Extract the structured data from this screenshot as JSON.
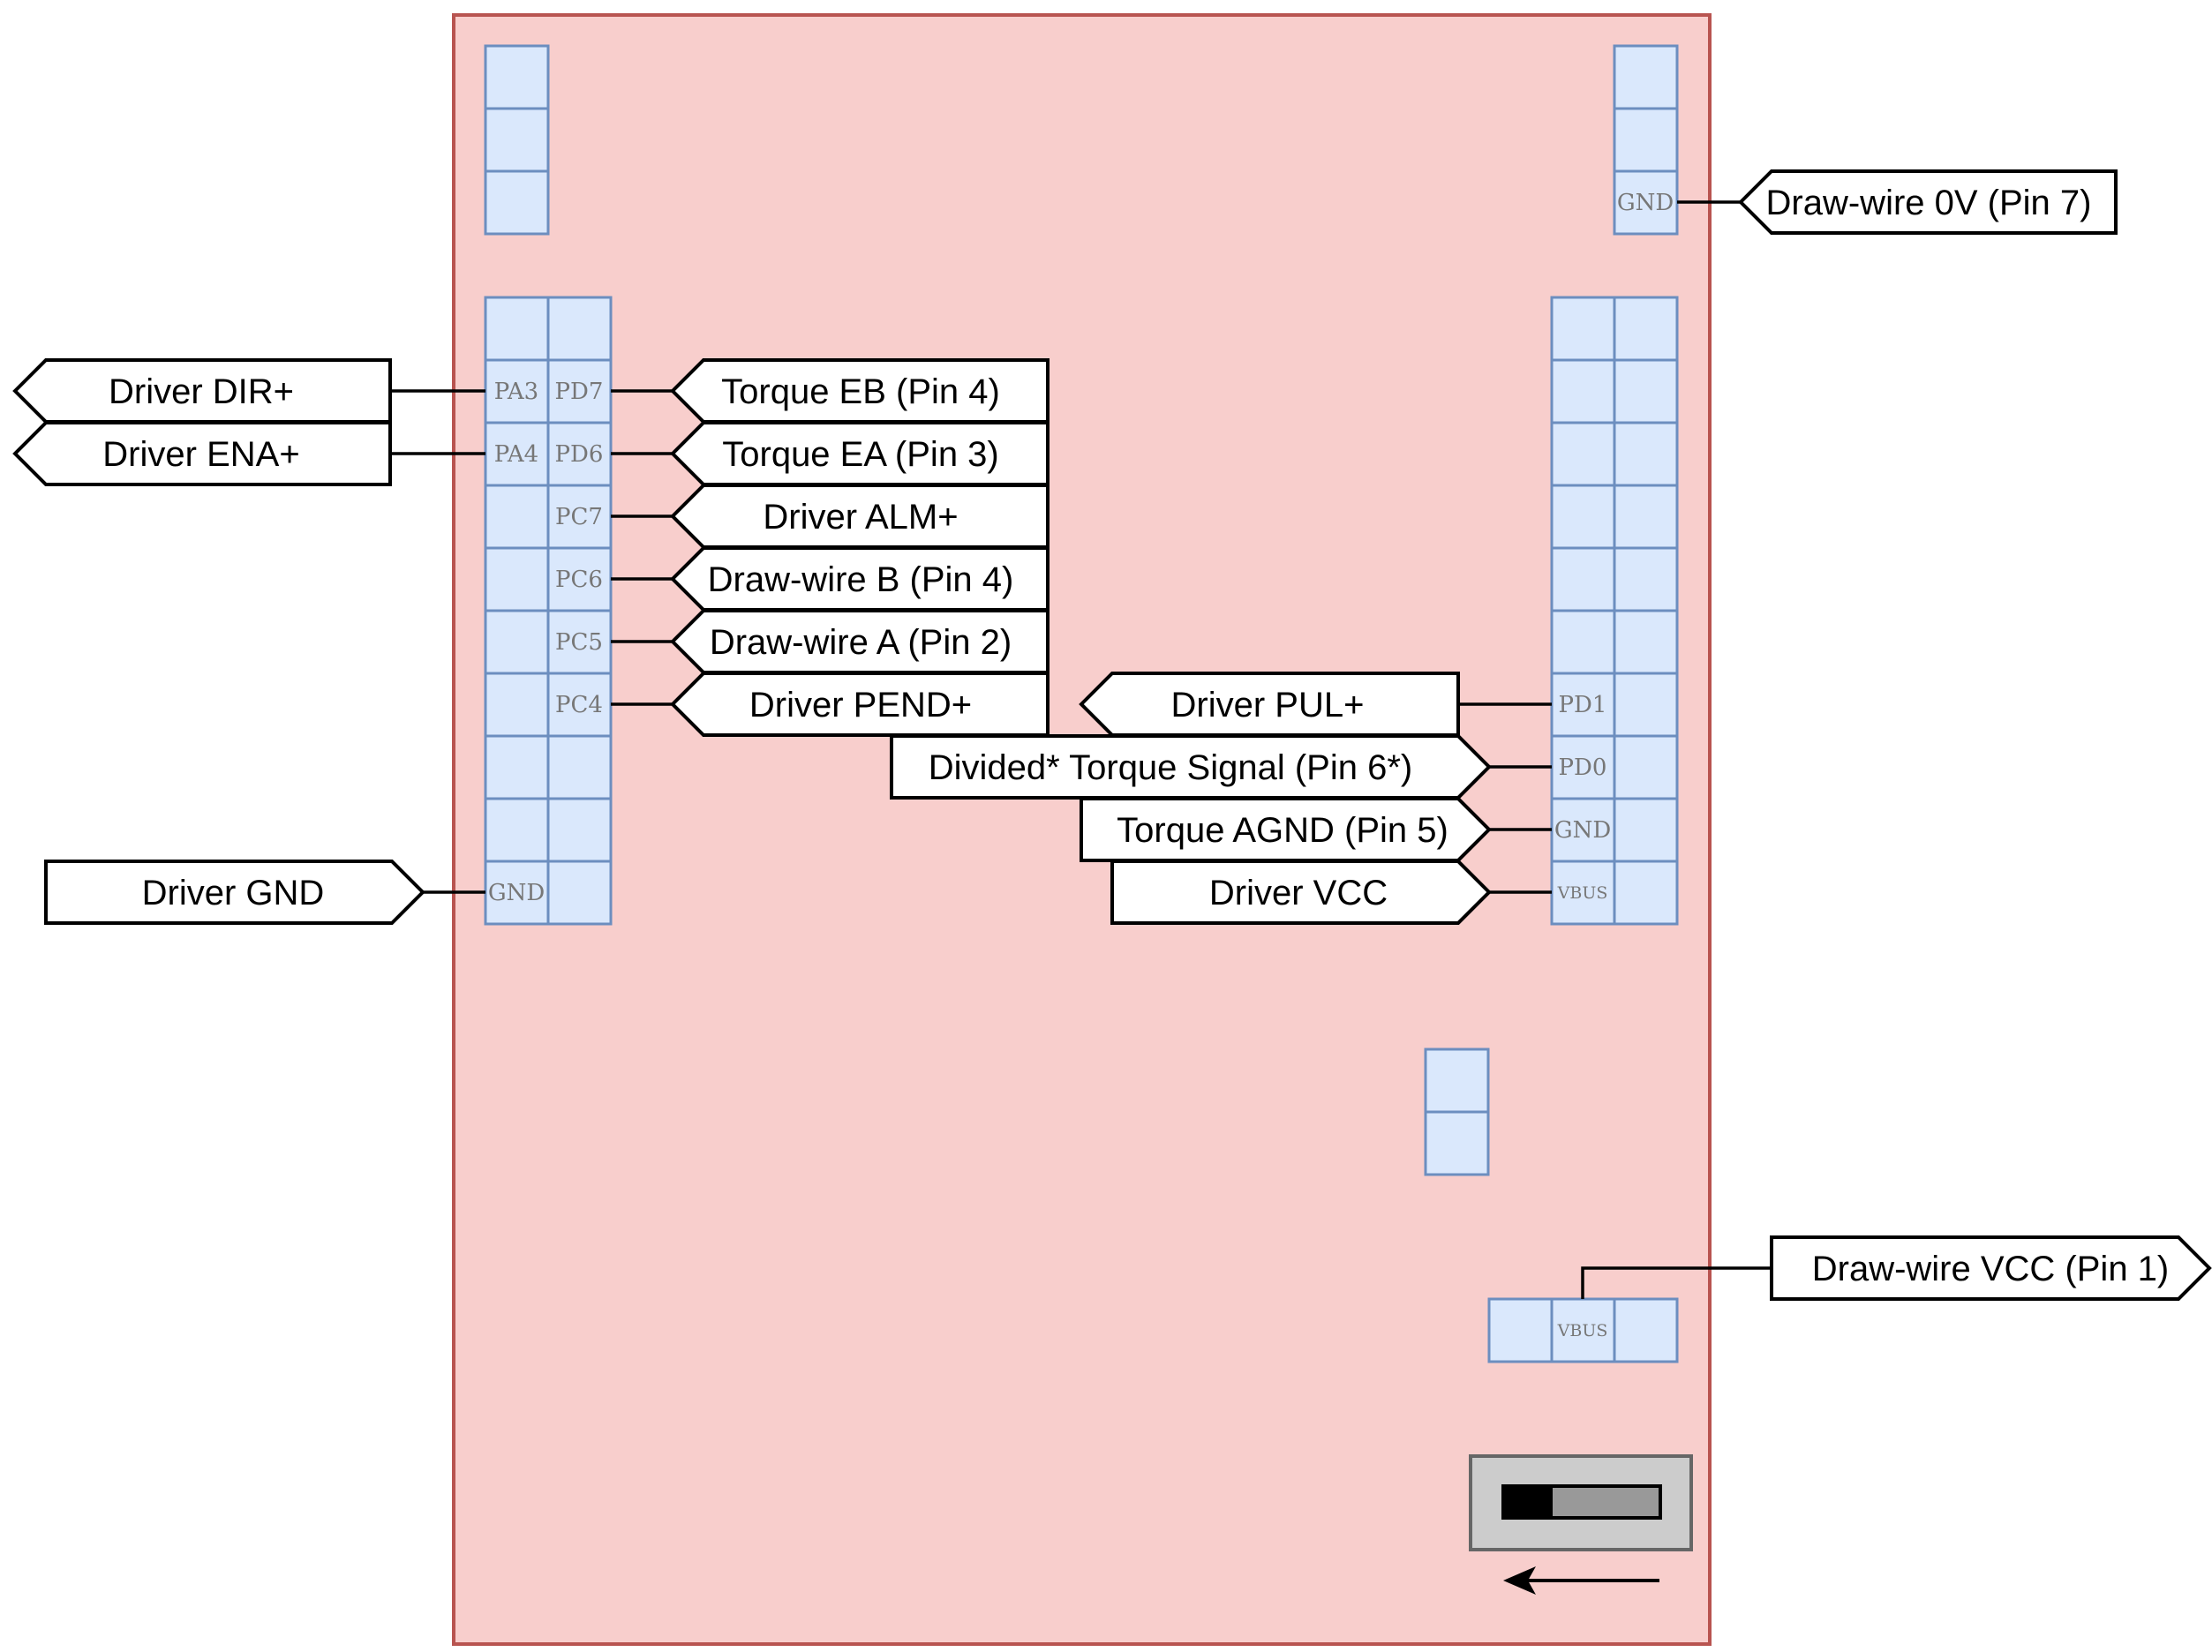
{
  "colors": {
    "board_fill": "#f8cecc",
    "board_stroke": "#b85450",
    "pin_fill": "#dae8fc",
    "pin_stroke": "#6c8ebf",
    "switch_fill": "#cccccc"
  },
  "pins": {
    "left_pa3": "PA3",
    "left_pa4": "PA4",
    "left_gnd": "GND",
    "pd7": "PD7",
    "pd6": "PD6",
    "pc7": "PC7",
    "pc6": "PC6",
    "pc5": "PC5",
    "pc4": "PC4",
    "right_gnd_top": "GND",
    "pd1": "PD1",
    "pd0": "PD0",
    "right_gnd": "GND",
    "right_vbus": "VBUS",
    "bottom_vbus": "VBUS"
  },
  "signals": {
    "drawwire_0v": "Draw-wire 0V (Pin 7)",
    "driver_dir": "Driver DIR+",
    "driver_ena": "Driver ENA+",
    "torque_eb": "Torque EB (Pin 4)",
    "torque_ea": "Torque EA (Pin 3)",
    "driver_alm": "Driver ALM+",
    "drawwire_b": "Draw-wire B (Pin 4)",
    "drawwire_a": "Draw-wire A (Pin 2)",
    "driver_pend": "Driver PEND+",
    "driver_pul": "Driver PUL+",
    "divided_torque": "Divided* Torque Signal (Pin 6*)",
    "torque_agnd": "Torque AGND (Pin 5)",
    "driver_vcc": "Driver VCC",
    "driver_gnd": "Driver GND",
    "drawwire_vcc": "Draw-wire VCC (Pin 1)"
  },
  "icons": {
    "switch": "slide-switch-icon",
    "arrow": "arrow-left-icon"
  }
}
